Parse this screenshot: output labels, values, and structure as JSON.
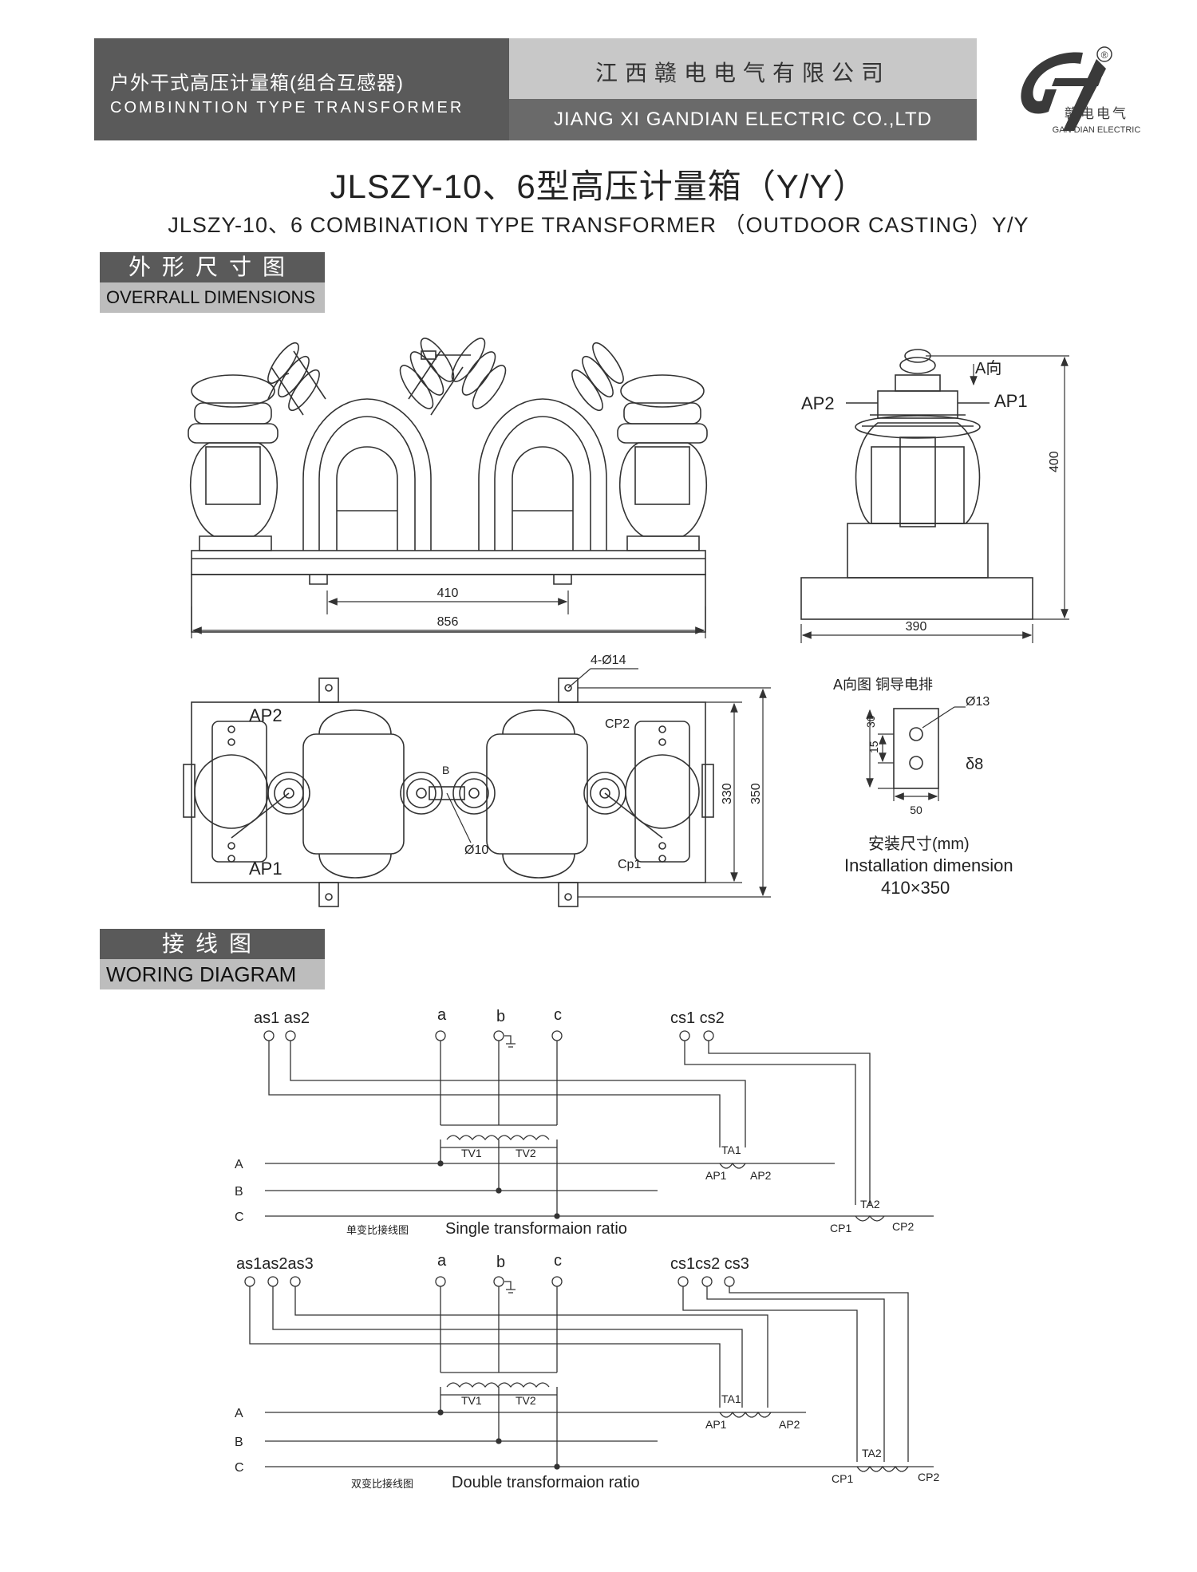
{
  "header": {
    "product_cn": "户外干式高压计量箱(组合互感器)",
    "product_en": "COMBINNTION TYPE TRANSFORMER",
    "company_cn": "江西赣电电气有限公司",
    "company_en": "JIANG XI GANDIAN ELECTRIC CO.,LTD",
    "logo_cn": "赣电电气",
    "logo_en": "GAN DIAN ELECTRIC",
    "logo_mark": "®"
  },
  "title": {
    "cn": "JLSZY-10、6型高压计量箱（Y/Y）",
    "en": "JLSZY-10、6 COMBINATION TYPE TRANSFORMER （OUTDOOR CASTING）Y/Y"
  },
  "section_dimensions": {
    "cn": "外形尺寸图",
    "en": "OVERRALL DIMENSIONS"
  },
  "section_wiring": {
    "cn": "接线图",
    "en": "WORING DIAGRAM"
  },
  "front_view": {
    "dim_410": "410",
    "dim_856": "856"
  },
  "side_view": {
    "label_ap2": "AP2",
    "label_ap1": "AP1",
    "label_a_dir": "A向",
    "dim_400": "400",
    "dim_390": "390"
  },
  "top_view": {
    "holes": "4-Ø14",
    "label_ap2": "AP2",
    "label_ap1": "AP1",
    "label_cp2": "CP2",
    "label_cp1": "Cp1",
    "label_b": "B",
    "dia_10": "Ø10",
    "dim_330": "330",
    "dim_350": "350"
  },
  "a_view": {
    "title": "A向图 铜导电排",
    "dia_13": "Ø13",
    "thick_8": "δ8",
    "dim_15": "15",
    "dim_30": "30",
    "dim_50": "50",
    "install_cn": "安装尺寸(mm)",
    "install_en": "Installation dimension",
    "install_val": "410×350"
  },
  "wiring_single": {
    "terms_left": "as1 as2",
    "a": "a",
    "b": "b",
    "c": "c",
    "terms_right": "cs1 cs2",
    "tv1": "TV1",
    "tv2": "TV2",
    "ta1": "TA1",
    "ta2": "TA2",
    "ap1": "AP1",
    "ap2": "AP2",
    "cp1": "CP1",
    "cp2": "CP2",
    "line_a": "A",
    "line_b": "B",
    "line_c": "C",
    "caption_cn": "单变比接线图",
    "caption_en": "Single transformaion ratio"
  },
  "wiring_double": {
    "terms_left": "as1as2as3",
    "a": "a",
    "b": "b",
    "c": "c",
    "terms_right": "cs1cs2 cs3",
    "tv1": "TV1",
    "tv2": "TV2",
    "ta1": "TA1",
    "ta2": "TA2",
    "ap1": "AP1",
    "ap2": "AP2",
    "cp1": "CP1",
    "cp2": "CP2",
    "line_a": "A",
    "line_b": "B",
    "line_c": "C",
    "caption_cn": "双变比接线图",
    "caption_en": "Double transformaion ratio"
  }
}
